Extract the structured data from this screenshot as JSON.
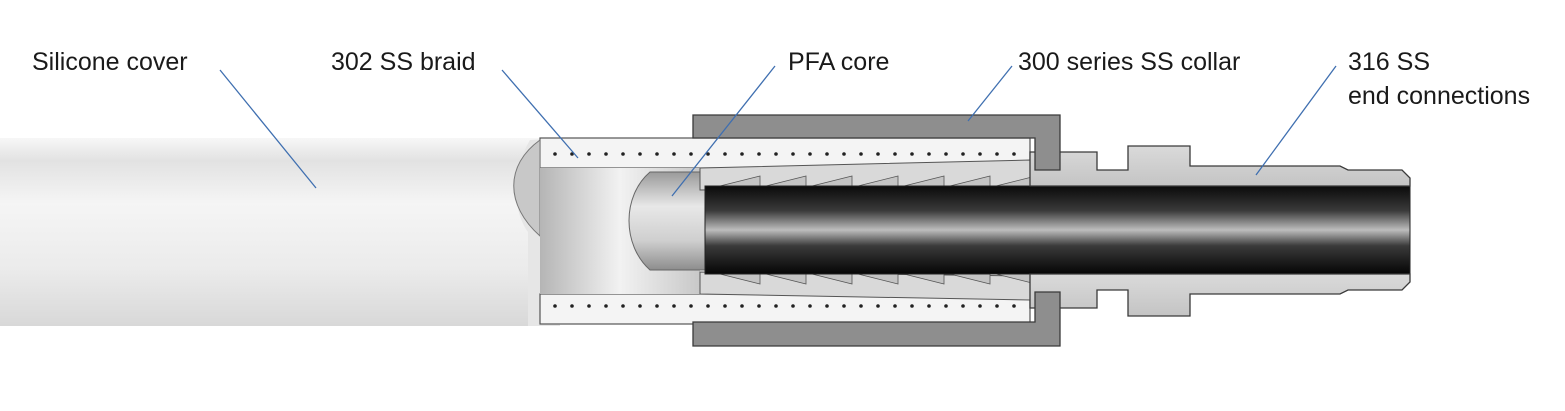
{
  "diagram": {
    "labels": {
      "silicone_cover": "Silicone cover",
      "braid": "302 SS braid",
      "pfa_core": "PFA core",
      "collar": "300 series SS collar",
      "end_connections_line1": "316 SS",
      "end_connections_line2": "end connections"
    },
    "colors": {
      "leader_line": "#3f6fb0",
      "collar": "#8c8c8c",
      "end_fitting": "#cfcfcf",
      "outline": "#3a3a3a",
      "core_dark": "#111111",
      "cover_light": "#eeeeee"
    }
  }
}
